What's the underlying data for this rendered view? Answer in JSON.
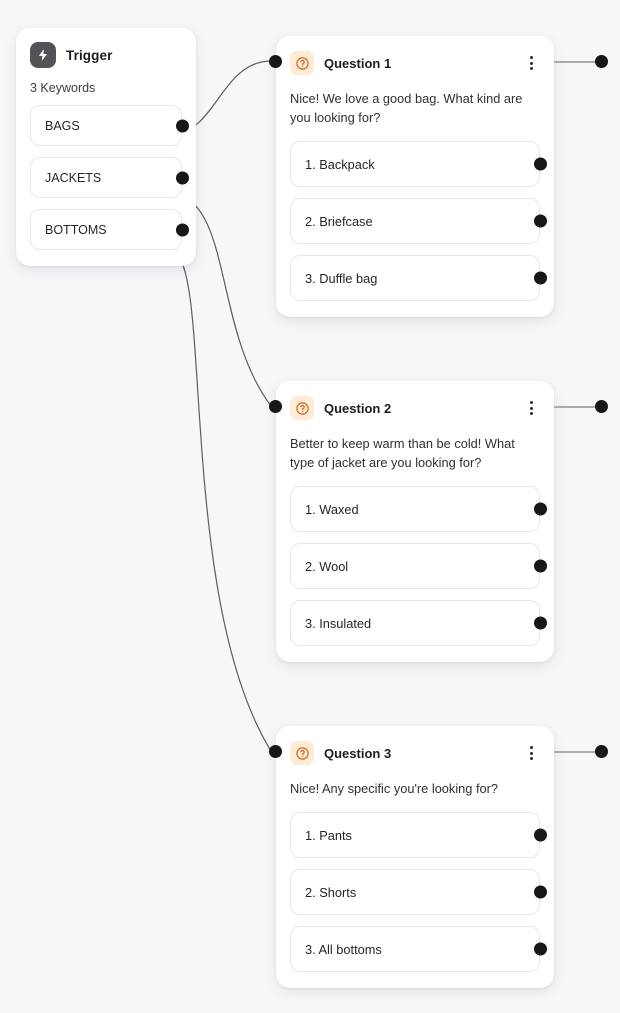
{
  "canvas": {
    "background_color": "#f6f7f9",
    "edge_color": "#5c5e63",
    "port_color": "#161719",
    "accent_color": "#d2691e",
    "icon_badge_color": "#fdebd5",
    "trigger_badge_color": "#525356"
  },
  "trigger": {
    "icon": "lightning-bolt-icon",
    "title": "Trigger",
    "keyword_count_label": "3 Keywords",
    "keywords": [
      {
        "label": "BAGS"
      },
      {
        "label": "JACKETS"
      },
      {
        "label": "BOTTOMS"
      }
    ]
  },
  "questions": [
    {
      "icon": "question-circle-icon",
      "title": "Question 1",
      "menu_icon": "kebab-menu-icon",
      "body": "Nice! We love a good bag. What kind are you looking for?",
      "options": [
        {
          "label": "1. Backpack"
        },
        {
          "label": "2. Briefcase"
        },
        {
          "label": "3. Duffle bag"
        }
      ]
    },
    {
      "icon": "question-circle-icon",
      "title": "Question 2",
      "menu_icon": "kebab-menu-icon",
      "body": "Better to keep warm than be cold! What type of jacket are you looking for?",
      "options": [
        {
          "label": "1. Waxed"
        },
        {
          "label": "2. Wool"
        },
        {
          "label": "3. Insulated"
        }
      ]
    },
    {
      "icon": "question-circle-icon",
      "title": "Question 3",
      "menu_icon": "kebab-menu-icon",
      "body": "Nice! Any specific you're looking for?",
      "options": [
        {
          "label": "1. Pants"
        },
        {
          "label": "2. Shorts"
        },
        {
          "label": "3. All bottoms"
        }
      ]
    }
  ],
  "connections": [
    {
      "from": "BAGS",
      "to": "Question 1"
    },
    {
      "from": "JACKETS",
      "to": "Question 2"
    },
    {
      "from": "BOTTOMS",
      "to": "Question 3"
    }
  ]
}
